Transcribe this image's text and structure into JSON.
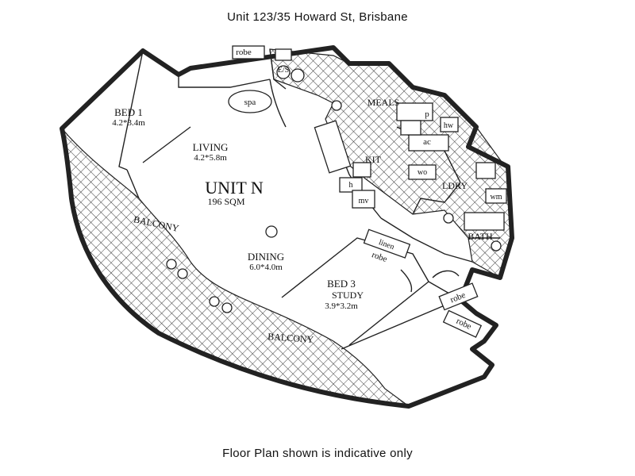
{
  "header": {
    "title": "Unit 123/35 Howard St, Brisbane"
  },
  "footer": {
    "note": "Floor Plan shown is indicative only"
  },
  "plan": {
    "unit_name": "UNIT N",
    "unit_area": "196 SQM",
    "rooms": {
      "bed1": {
        "name": "BED 1",
        "size": "4.2*3.4m"
      },
      "living": {
        "name": "LIVING",
        "size": "4.2*5.8m"
      },
      "dining": {
        "name": "DINING",
        "size": "6.0*4.0m"
      },
      "bed3": {
        "name": "BED 3",
        "name2": "STUDY",
        "size": "3.9*3.2m"
      }
    },
    "labels": {
      "robe_top": "robe",
      "es": "E/S",
      "spa": "spa",
      "meals": "MEALS",
      "p": "p",
      "hw": "hw",
      "ac": "ac",
      "kit": "KIT",
      "wo": "wo",
      "h": "h",
      "mv": "mv",
      "ldry": "LDRY",
      "wm": "wm",
      "bath": "BATH",
      "balcony_left": "BALCONY",
      "balcony_bottom": "BALCONY",
      "linen": "linen",
      "robe_bed3": "robe",
      "robe_right1": "robe",
      "robe_right2": "robe"
    }
  }
}
